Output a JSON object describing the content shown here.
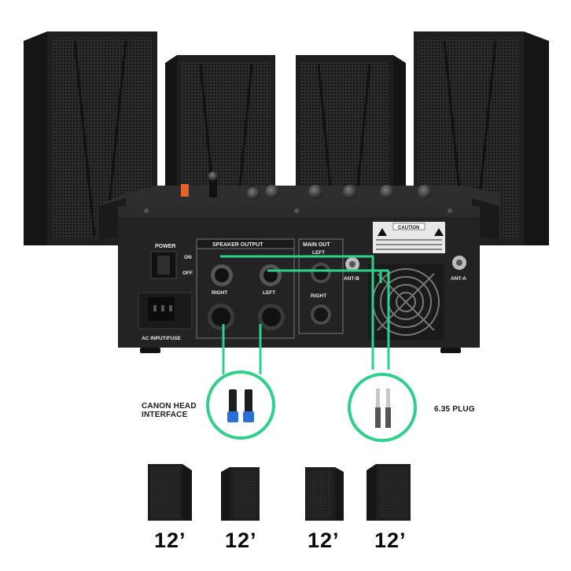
{
  "panel": {
    "power": "POWER",
    "on": "ON",
    "off": "OFF",
    "ac_input": "AC INPUT/FUSE",
    "speaker_output": "SPEAKER OUTPUT",
    "right": "RIGHT",
    "left": "LEFT",
    "main_out": "MAIN OUT",
    "main_left": "LEFT",
    "main_right": "RIGHT",
    "ant_b": "ANT-B",
    "ant_a": "ANT-A",
    "caution": "CAUTION"
  },
  "callouts": {
    "canon_line1": "CANON HEAD",
    "canon_line2": "INTERFACE",
    "plug": "6.35 PLUG"
  },
  "speakers": [
    {
      "size": "12’"
    },
    {
      "size": "12’"
    },
    {
      "size": "12’"
    },
    {
      "size": "12’"
    }
  ],
  "colors": {
    "accent_green": "#2fd08a",
    "speaker_body": "#1c1c1c",
    "panel": "#232323"
  }
}
